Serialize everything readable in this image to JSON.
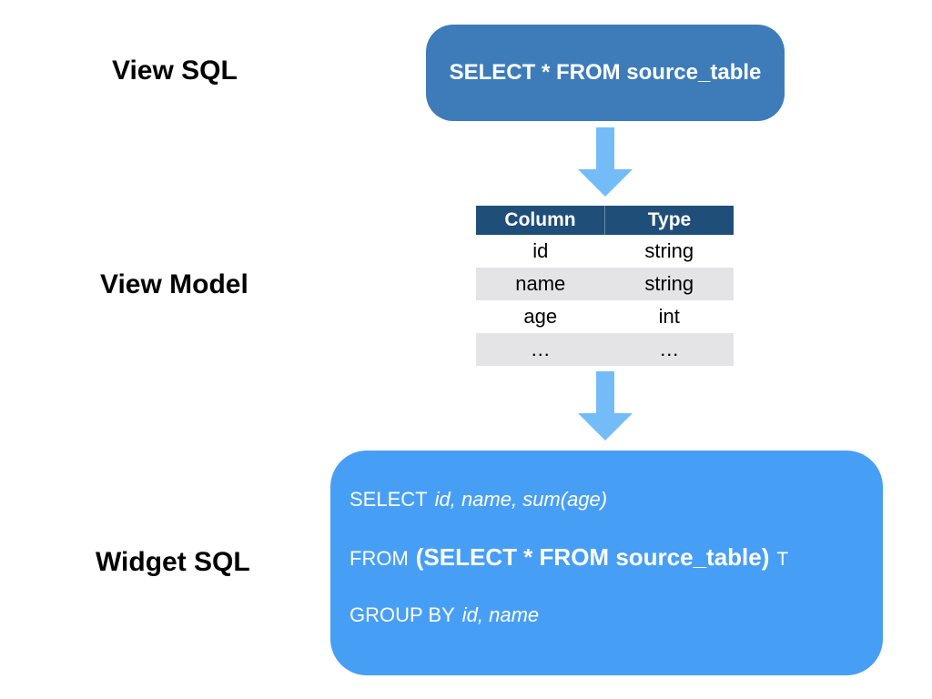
{
  "labels": {
    "view_sql": "View SQL",
    "view_model": "View Model",
    "widget_sql": "Widget SQL"
  },
  "view_sql_box": {
    "text": "SELECT * FROM source_table"
  },
  "view_model_table": {
    "headers": [
      "Column",
      "Type"
    ],
    "rows": [
      [
        "id",
        "string"
      ],
      [
        "name",
        "string"
      ],
      [
        "age",
        "int"
      ],
      [
        "…",
        "…"
      ]
    ]
  },
  "widget_sql_box": {
    "line1": {
      "keyword": "SELECT",
      "fields": "id, name, sum(age)"
    },
    "line2": {
      "keyword": "FROM",
      "subquery": "(SELECT * FROM source_table)",
      "alias": "T"
    },
    "line3": {
      "keyword": "GROUP BY",
      "fields": "id, name"
    }
  },
  "colors": {
    "view-sql-box-bg": "#3E7CB9",
    "table-header-bg": "#1F4E79",
    "table-row-alt-bg": "#E4E4E6",
    "arrow": "#74BCF7",
    "widget-box-bg": "#479FF5",
    "text-dark": "#000000",
    "text-light": "#FFFFFF"
  }
}
